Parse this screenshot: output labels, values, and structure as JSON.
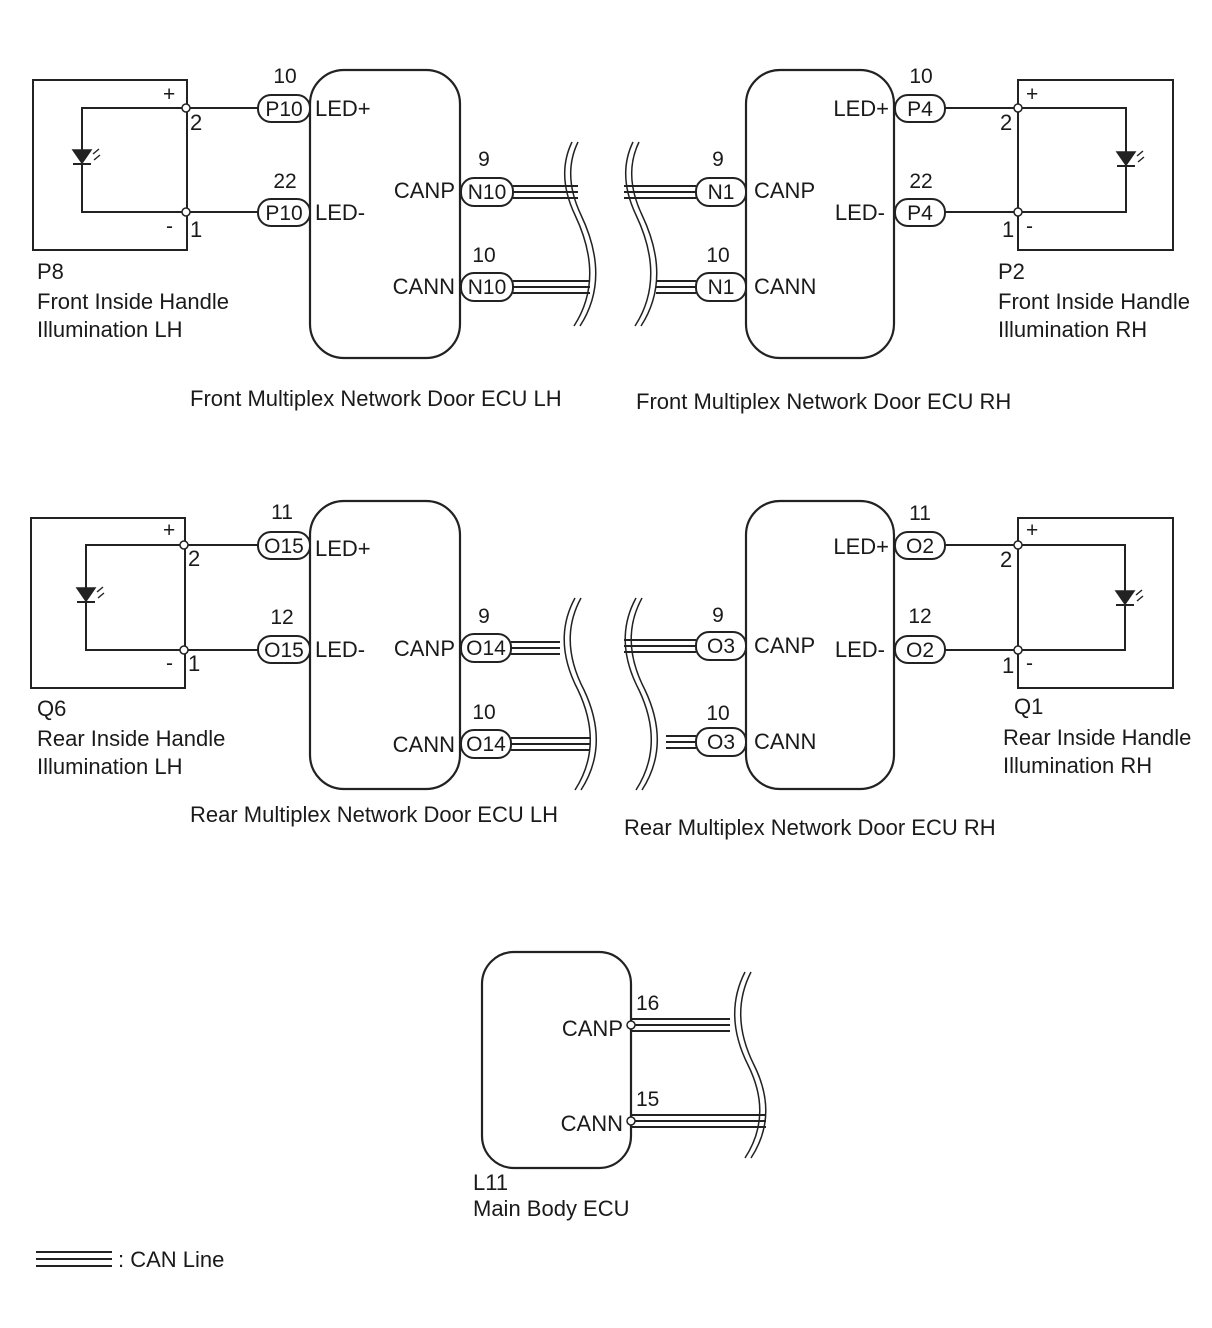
{
  "front_lh": {
    "component_code": "P8",
    "component_name": [
      "Front Inside Handle",
      "Illumination LH"
    ],
    "plus_sign": "+",
    "minus_sign": "-",
    "pin_plus": "2",
    "pin_minus": "1",
    "ecu_title": "Front Multiplex Network Door ECU LH",
    "led_plus_label": "LED+",
    "led_minus_label": "LED-",
    "canp_label": "CANP",
    "cann_label": "CANN",
    "led_plus_connector": "P10",
    "led_minus_connector": "P10",
    "canp_connector": "N10",
    "cann_connector": "N10",
    "led_plus_pin": "10",
    "led_minus_pin": "22",
    "canp_pin": "9",
    "cann_pin": "10"
  },
  "front_rh": {
    "component_code": "P2",
    "component_name": [
      "Front Inside Handle",
      "Illumination RH"
    ],
    "plus_sign": "+",
    "minus_sign": "-",
    "pin_plus": "2",
    "pin_minus": "1",
    "ecu_title": "Front Multiplex Network Door ECU RH",
    "led_plus_label": "LED+",
    "led_minus_label": "LED-",
    "canp_label": "CANP",
    "cann_label": "CANN",
    "led_plus_connector": "P4",
    "led_minus_connector": "P4",
    "canp_connector": "N1",
    "cann_connector": "N1",
    "led_plus_pin": "10",
    "led_minus_pin": "22",
    "canp_pin": "9",
    "cann_pin": "10"
  },
  "rear_lh": {
    "component_code": "Q6",
    "component_name": [
      "Rear Inside Handle",
      "Illumination LH"
    ],
    "plus_sign": "+",
    "minus_sign": "-",
    "pin_plus": "2",
    "pin_minus": "1",
    "ecu_title": "Rear Multiplex Network Door ECU LH",
    "led_plus_label": "LED+",
    "led_minus_label": "LED-",
    "canp_label": "CANP",
    "cann_label": "CANN",
    "led_plus_connector": "O15",
    "led_minus_connector": "O15",
    "canp_connector": "O14",
    "cann_connector": "O14",
    "led_plus_pin": "11",
    "led_minus_pin": "12",
    "canp_pin": "9",
    "cann_pin": "10"
  },
  "rear_rh": {
    "component_code": "Q1",
    "component_name": [
      "Rear Inside Handle",
      "Illumination RH"
    ],
    "plus_sign": "+",
    "minus_sign": "-",
    "pin_plus": "2",
    "pin_minus": "1",
    "ecu_title": "Rear Multiplex Network Door ECU RH",
    "led_plus_label": "LED+",
    "led_minus_label": "LED-",
    "canp_label": "CANP",
    "cann_label": "CANN",
    "led_plus_connector": "O2",
    "led_minus_connector": "O2",
    "canp_connector": "O3",
    "cann_connector": "O3",
    "led_plus_pin": "11",
    "led_minus_pin": "12",
    "canp_pin": "9",
    "cann_pin": "10"
  },
  "main_body": {
    "component_code": "L11",
    "component_name": "Main Body ECU",
    "canp_label": "CANP",
    "cann_label": "CANN",
    "canp_pin": "16",
    "cann_pin": "15"
  },
  "legend": {
    "can_line_label": ": CAN Line"
  }
}
